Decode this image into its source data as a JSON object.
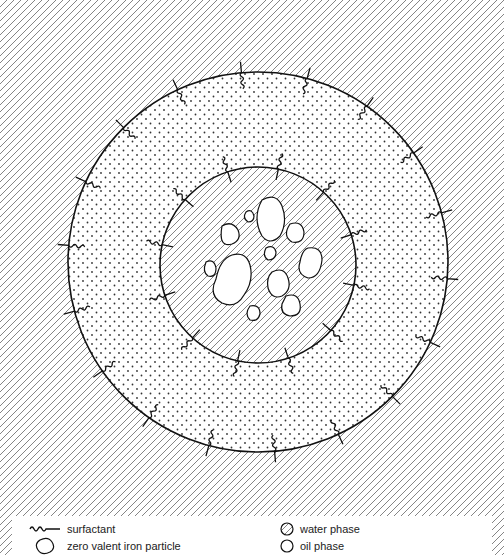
{
  "diagram": {
    "legend": [
      {
        "text": "surfactant"
      },
      {
        "text": "zero valent iron particle"
      },
      {
        "text": "water phase"
      },
      {
        "text": "oil phase"
      }
    ]
  }
}
